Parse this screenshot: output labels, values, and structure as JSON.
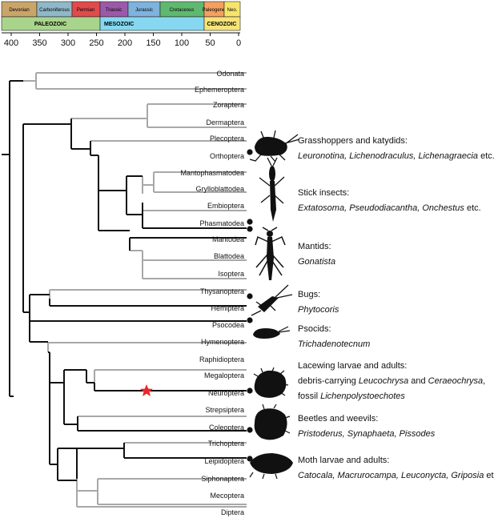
{
  "timescale": {
    "periods": [
      {
        "label": "Devonian",
        "color": "#c9a56a"
      },
      {
        "label": "Carboniferous",
        "color": "#8fb8c8"
      },
      {
        "label": "Permian",
        "color": "#e04b4b"
      },
      {
        "label": "Triassic",
        "color": "#9a5aa8"
      },
      {
        "label": "Jurassic",
        "color": "#7fb2dc"
      },
      {
        "label": "Cretaceous",
        "color": "#5fb870"
      },
      {
        "label": "Paleogene",
        "color": "#f4a060"
      },
      {
        "label": "Neo.",
        "color": "#f6e56a"
      }
    ],
    "eras": [
      {
        "label": "PALEOZOIC",
        "color": "#a9d48c"
      },
      {
        "label": "MESOZOIC",
        "color": "#86d8f0"
      },
      {
        "label": "CENOZOIC",
        "color": "#f6e47a"
      }
    ],
    "ticks": [
      "400",
      "350",
      "300",
      "250",
      "200",
      "150",
      "100",
      "50",
      "0"
    ]
  },
  "taxa": [
    "Odonata",
    "Ephemeroptera",
    "Zoraptera",
    "Dermaptera",
    "Plecoptera",
    "Orthoptera",
    "Mantophasmatodea",
    "Grylloblattodea",
    "Embioptera",
    "Phasmatodea",
    "Mantodea",
    "Blattodea",
    "Isoptera",
    "Thysanoptera",
    "Hemiptera",
    "Psocodea",
    "Hymenoptera",
    "Raphidioptera",
    "Megaloptera",
    "Neuroptera",
    "Strepsiptera",
    "Coleoptera",
    "Trichoptera",
    "Leipidoptera",
    "Siphonaptera",
    "Mecoptera",
    "Diptera"
  ],
  "groups": [
    {
      "title": "Grasshoppers and katydids:",
      "taxa": "Leuronotina, Lichenodraculus, Lichenagraecia",
      "suffix": " etc."
    },
    {
      "title": "Stick insects:",
      "taxa": "Extatosoma, Pseudodiacantha, Onchestus",
      "suffix": " etc."
    },
    {
      "title": "Mantids:",
      "taxa": "Gonatista",
      "suffix": ""
    },
    {
      "title": "Bugs:",
      "taxa": "Phytocoris",
      "suffix": ""
    },
    {
      "title": "Psocids:",
      "taxa": "Trichadenotecnum",
      "suffix": ""
    },
    {
      "title": "Beetles and weevils:",
      "taxa": "Pristoderus, Synaphaeta, Pissodes",
      "suffix": ""
    },
    {
      "title": "Moth larvae and adults:",
      "taxa": "Catocala, Macrurocampa, Leuconycta, Griposia",
      "suffix": " etc."
    }
  ],
  "lacewing": {
    "title": "Lacewing larvae and adults:",
    "line2_pre": "debris-carrying ",
    "line2_a": "Leucochrysa",
    "line2_mid": " and ",
    "line2_b": "Ceraeochrysa",
    "line2_end": ",",
    "line3_pre": "fossil ",
    "line3_a": "Lichenpolystoechotes"
  },
  "colors": {
    "lichen_lineage": "#111111",
    "other_lineage": "#a8a8a8",
    "marker": "#e8262b"
  }
}
